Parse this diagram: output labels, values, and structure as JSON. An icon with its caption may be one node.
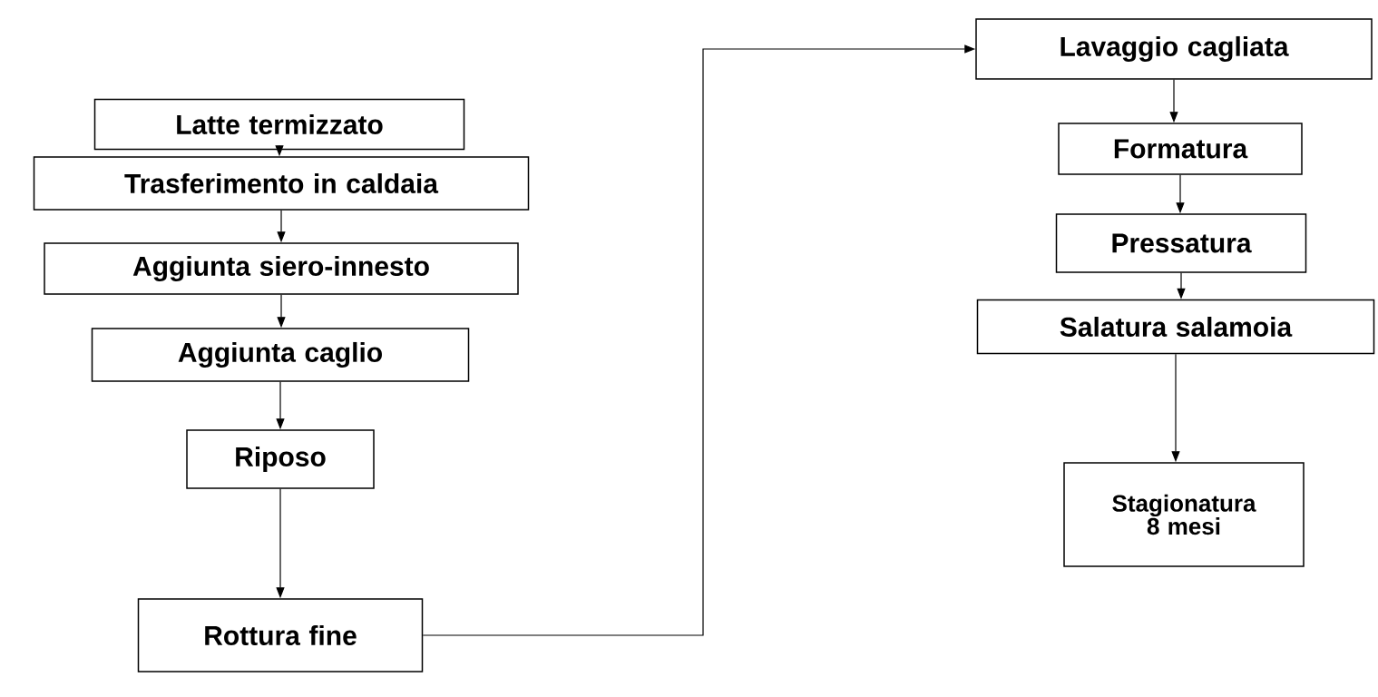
{
  "diagram": {
    "nodes": [
      {
        "text": [
          "Latte termizzato"
        ]
      },
      {
        "text": [
          "Trasferimento in caldaia"
        ]
      },
      {
        "text": [
          "Aggiunta siero-innesto"
        ]
      },
      {
        "text": [
          "Aggiunta caglio"
        ]
      },
      {
        "text": [
          "Riposo"
        ]
      },
      {
        "text": [
          "Rottura fine"
        ]
      },
      {
        "text": [
          "Lavaggio cagliata"
        ]
      },
      {
        "text": [
          "Formatura"
        ]
      },
      {
        "text": [
          "Pressatura"
        ]
      },
      {
        "text": [
          "Salatura salamoia"
        ]
      },
      {
        "text": [
          "Stagionatura 8 mesi"
        ]
      }
    ],
    "edges": [
      {
        "from": 0,
        "to": 1,
        "arrow": "to"
      },
      {
        "from": 1,
        "to": 2,
        "arrow": "to"
      },
      {
        "from": 2,
        "to": 3,
        "arrow": "to"
      },
      {
        "from": 3,
        "to": 4,
        "arrow": "to"
      },
      {
        "from": 4,
        "to": 5,
        "arrow": "to"
      },
      {
        "from": 5,
        "to": 6,
        "arrow": "to"
      },
      {
        "from": 6,
        "to": 7,
        "arrow": "to"
      },
      {
        "from": 7,
        "to": 8,
        "arrow": "to"
      },
      {
        "from": 8,
        "to": 9,
        "arrow": "to"
      },
      {
        "from": 9,
        "to": 10,
        "arrow": "to"
      }
    ]
  }
}
